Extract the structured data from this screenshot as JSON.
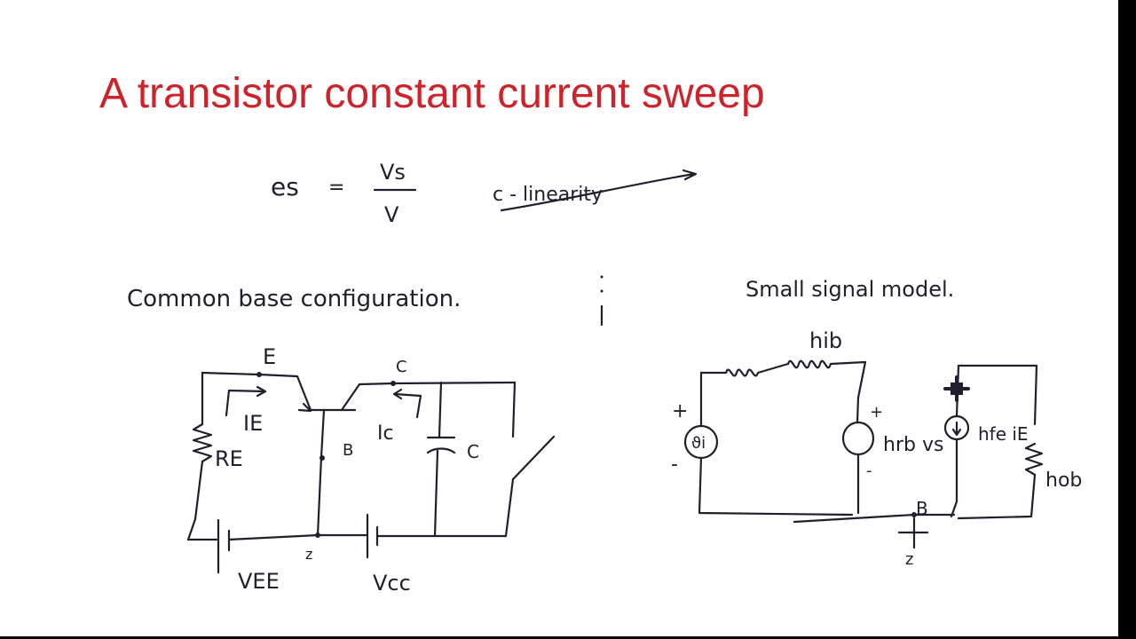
{
  "slide": {
    "title": "A transistor constant current sweep",
    "title_color": "#d0222a",
    "ink_color": "#1f1f2e"
  },
  "equation": {
    "lhs": "es",
    "equals": "=",
    "numerator": "Vs",
    "denominator": "V",
    "note": "c - linearity"
  },
  "left_circuit": {
    "heading": "Common base configuration.",
    "emitter": "E",
    "collector": "C",
    "base": "B",
    "emitter_current": "IE",
    "collector_current": "Ic",
    "emitter_resistor": "RE",
    "capacitor": "C",
    "emitter_supply": "VEE",
    "collector_supply": "Vcc",
    "ground": "z"
  },
  "right_circuit": {
    "heading": "Small signal model.",
    "input_resistance": "hib",
    "input_source": "ϑi",
    "plus": "+",
    "minus": "-",
    "feedback_source": "hrb vs",
    "current_source": "hfe iE",
    "output_admittance": "hob",
    "base": "B",
    "ground": "z"
  }
}
